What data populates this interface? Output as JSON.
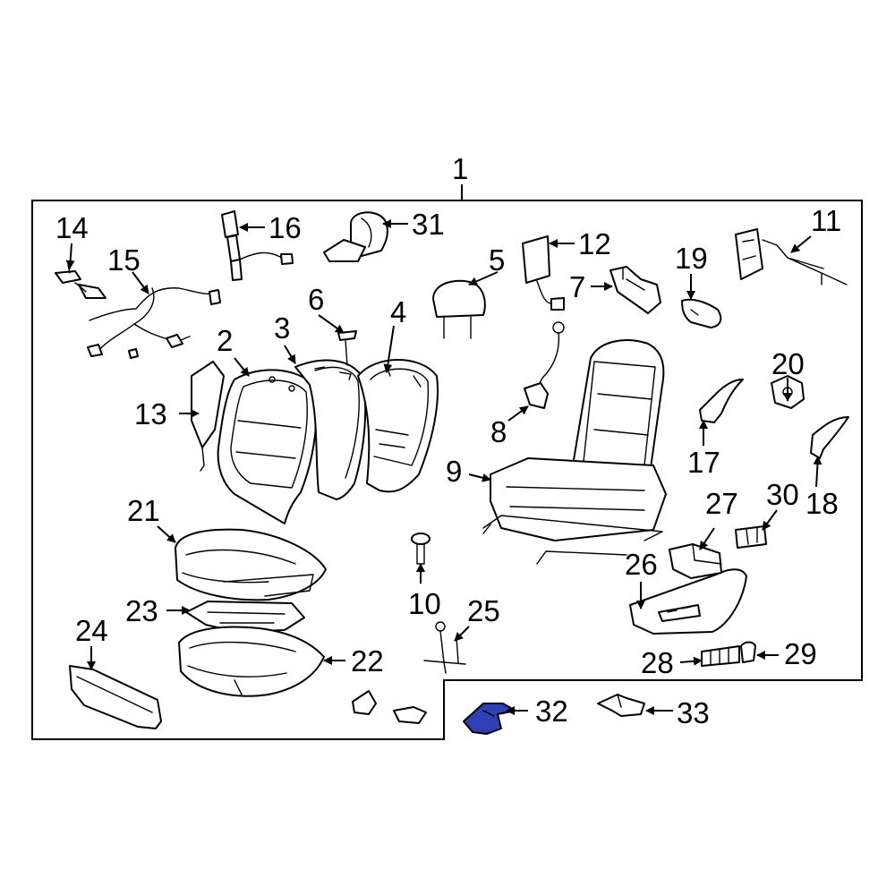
{
  "diagram": {
    "assembly_label": "1",
    "highlight_color": "#2f3fb4",
    "callouts": {
      "c2": "2",
      "c3": "3",
      "c4": "4",
      "c5": "5",
      "c6": "6",
      "c7": "7",
      "c8": "8",
      "c9": "9",
      "c10": "10",
      "c11": "11",
      "c12": "12",
      "c13": "13",
      "c14": "14",
      "c15": "15",
      "c16": "16",
      "c17": "17",
      "c18": "18",
      "c19": "19",
      "c20": "20",
      "c21": "21",
      "c22": "22",
      "c23": "23",
      "c24": "24",
      "c25": "25",
      "c26": "26",
      "c27": "27",
      "c28": "28",
      "c29": "29",
      "c30": "30",
      "c31": "31",
      "c32": "32",
      "c33": "33"
    },
    "highlighted_part": "32"
  }
}
